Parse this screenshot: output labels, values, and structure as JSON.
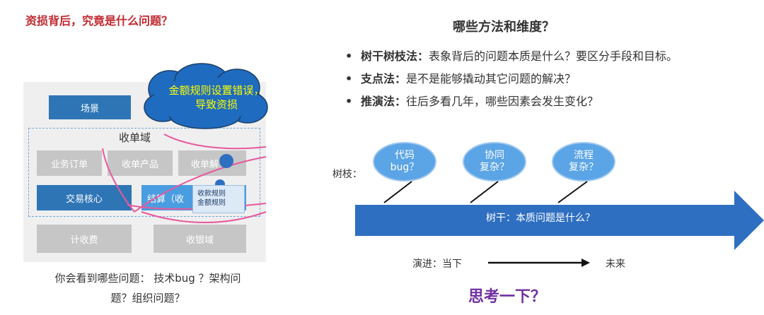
{
  "left": {
    "title": "资损背后，究竟是什么问题？",
    "scene": "场景",
    "domain": "收单域",
    "row1": [
      "业务订单",
      "收单产品",
      "收单解"
    ],
    "core": "交易核心",
    "settle": "结算（收",
    "popup_lines": [
      "收款规则",
      "金额规则"
    ],
    "row3": [
      "计收费",
      "收银域"
    ],
    "cloud_lines": [
      "金额规则设置错误，",
      "导致资损"
    ],
    "caption_lines": [
      "你会看到哪些问题： 技术bug ？架构问",
      "题？组织问题？"
    ]
  },
  "right": {
    "title": "哪些方法和维度？",
    "bullets": [
      {
        "bullet": "•",
        "term": "树干树枝法：",
        "text": "表象背后的问题本质是什么？要区分手段和目标。"
      },
      {
        "bullet": "•",
        "term": "支点法：",
        "text": "是不是能够撬动其它问题的解决？"
      },
      {
        "bullet": "•",
        "term": "推演法：",
        "text": "往后多看几年，哪些因素会发生变化？"
      }
    ],
    "branch_label": "树枝：",
    "bubbles": [
      {
        "line1": "代码",
        "line2": "bug？"
      },
      {
        "line1": "协同",
        "line2": "复杂？"
      },
      {
        "line1": "流程",
        "line2": "复杂？"
      }
    ],
    "trunk": "树干：本质问题是什么？",
    "evolution_left": "演进：当下",
    "evolution_right": "未来",
    "think": "思考一下？"
  }
}
